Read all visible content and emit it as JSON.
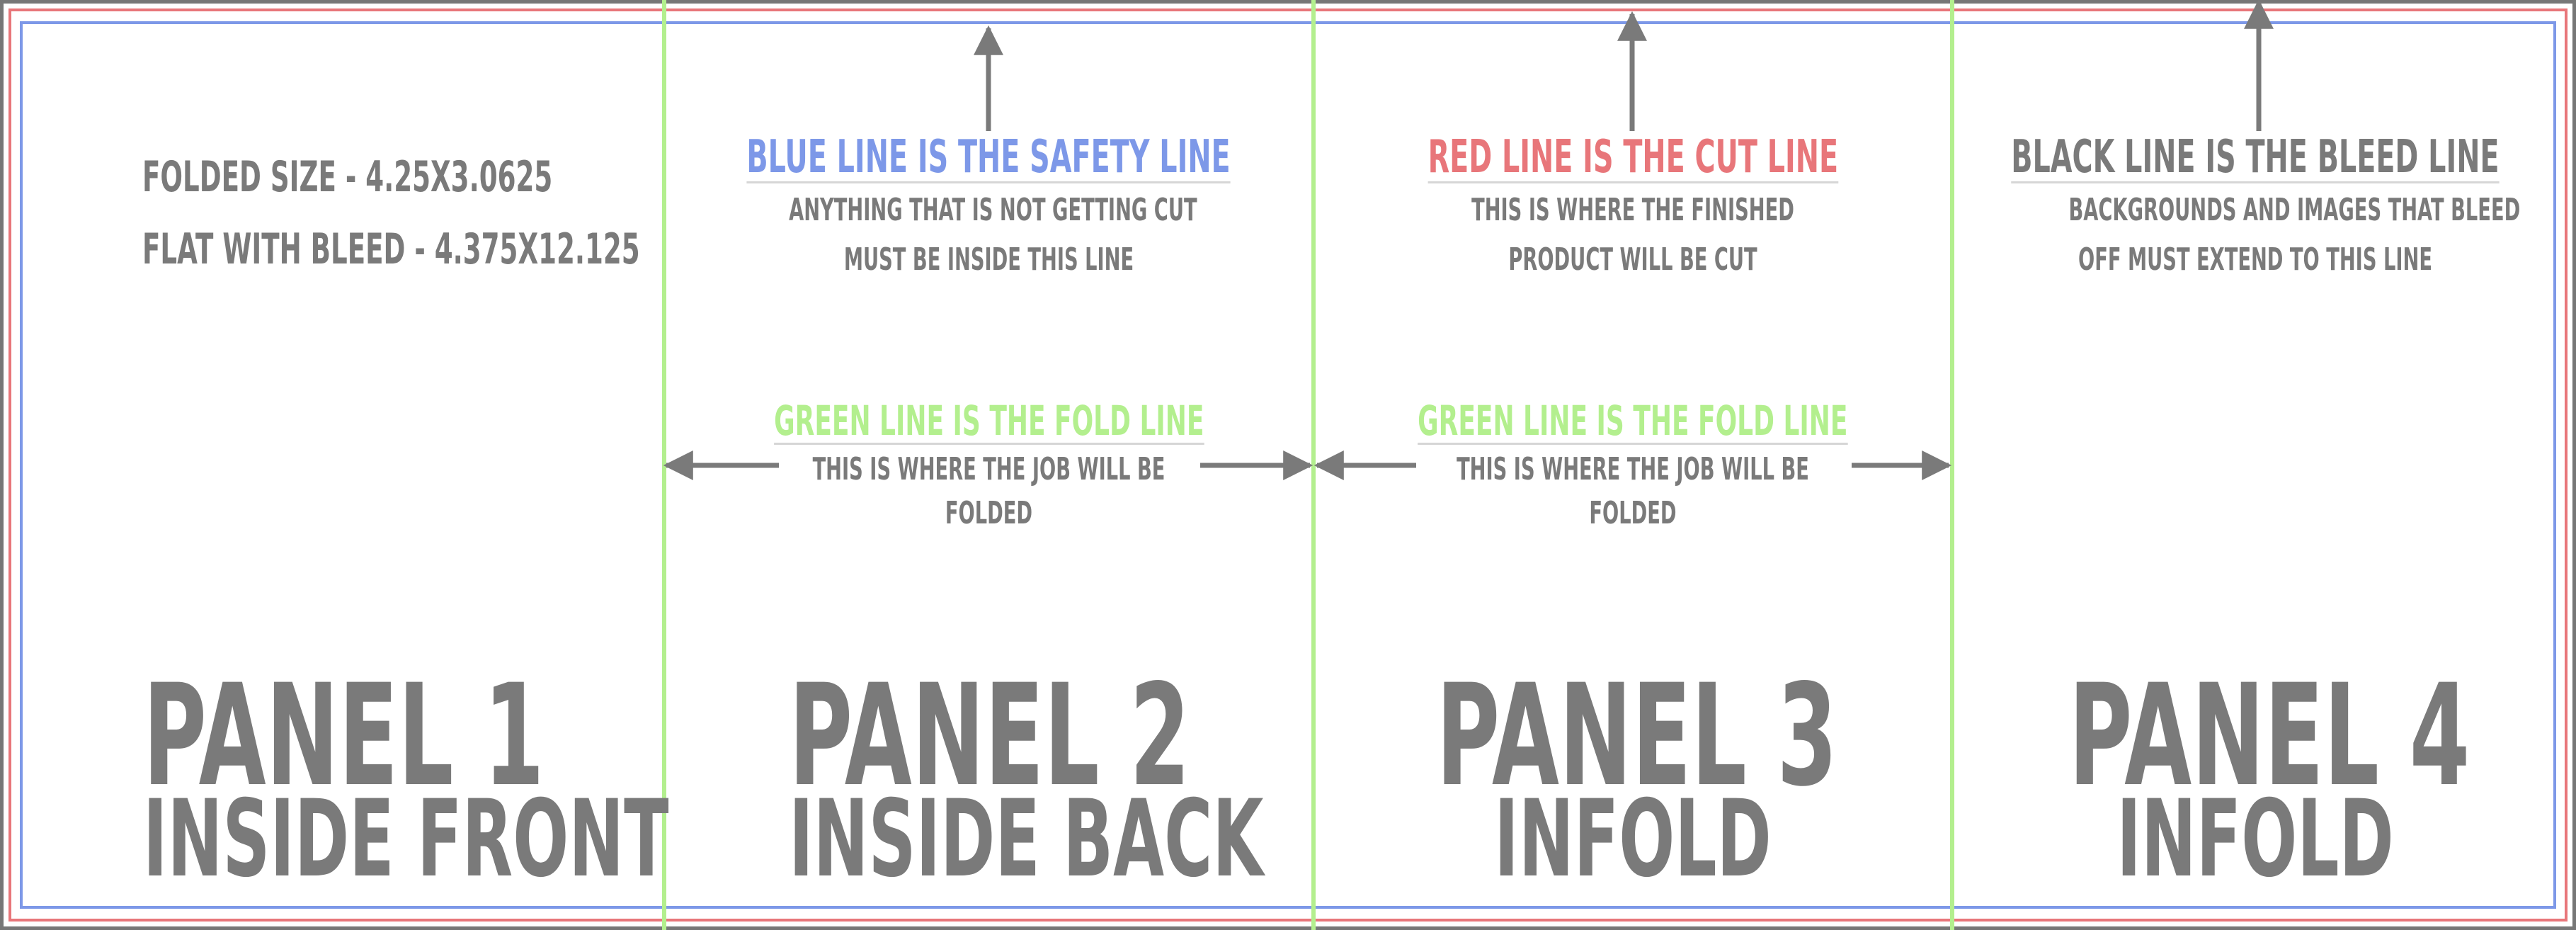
{
  "guide_colors": {
    "safety": "#7d98e8",
    "cut": "#e8767a",
    "bleed": "#777777",
    "fold": "#b3ef8e",
    "text": "#7a7a7a"
  },
  "sizes": {
    "folded": "FOLDED SIZE - 4.25X3.0625",
    "flat": "FLAT WITH BLEED - 4.375X12.125"
  },
  "notes": {
    "safety": {
      "title": "BLUE LINE IS THE SAFETY LINE",
      "line1": "ANYTHING THAT IS NOT GETTING CUT",
      "line2": "MUST BE INSIDE THIS LINE"
    },
    "cut": {
      "title": "RED LINE IS THE CUT LINE",
      "line1": "THIS IS WHERE THE FINISHED",
      "line2": "PRODUCT WILL BE CUT"
    },
    "bleed": {
      "title": "BLACK LINE IS THE BLEED LINE",
      "line1": "BACKGROUNDS AND IMAGES THAT BLEED",
      "line2": "OFF MUST EXTEND TO THIS LINE"
    },
    "fold": {
      "title": "GREEN LINE IS THE FOLD LINE",
      "line1": "THIS IS WHERE THE JOB WILL BE",
      "line2": "FOLDED"
    }
  },
  "panels": [
    {
      "number": "PANEL 1",
      "name": "INSIDE FRONT"
    },
    {
      "number": "PANEL 2",
      "name": "INSIDE BACK"
    },
    {
      "number": "PANEL 3",
      "name": "INFOLD"
    },
    {
      "number": "PANEL 4",
      "name": "INFOLD"
    }
  ]
}
